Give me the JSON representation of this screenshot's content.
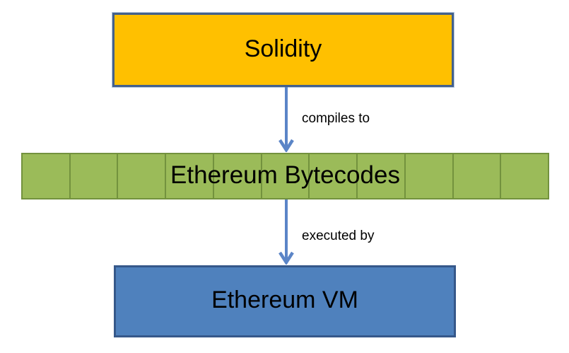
{
  "diagram": {
    "nodes": [
      {
        "id": "solidity",
        "label": "Solidity",
        "shape": "rectangle"
      },
      {
        "id": "bytecodes",
        "label": "Ethereum Bytecodes",
        "shape": "segmented-bar",
        "segments": 11
      },
      {
        "id": "evm",
        "label": "Ethereum VM",
        "shape": "rectangle"
      }
    ],
    "edges": [
      {
        "from": "solidity",
        "to": "bytecodes",
        "label": "compiles to"
      },
      {
        "from": "bytecodes",
        "to": "evm",
        "label": "executed by"
      }
    ]
  },
  "colors": {
    "background": "#FFFFFF",
    "text_color": "#000000",
    "solidity_fill": "#FFC000",
    "solidity_border": "#44618C",
    "bytecodes_fill": "#9BBB59",
    "bytecodes_border": "#73923E",
    "evm_fill": "#4F81BD",
    "evm_border": "#36588A",
    "arrow_color": "#5B85C7"
  }
}
